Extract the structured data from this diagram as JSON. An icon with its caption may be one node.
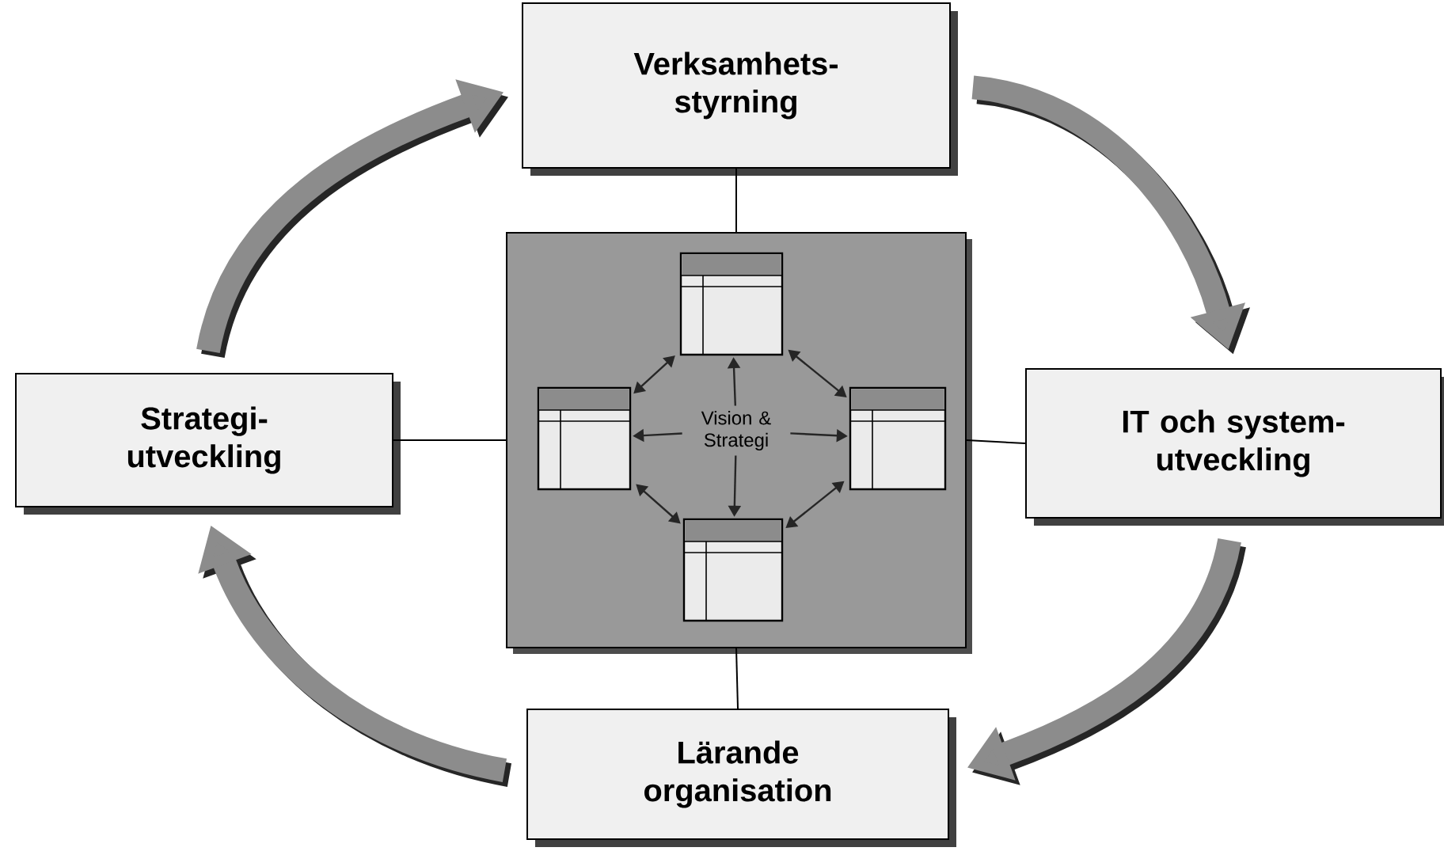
{
  "diagram": {
    "nodes": [
      {
        "text": [
          "Verksamhets-styrning"
        ]
      },
      {
        "text": [
          "Strategi-utveckling"
        ]
      },
      {
        "text": [
          "IT och system-utveckling"
        ]
      },
      {
        "text": [
          "Lärande organisation"
        ]
      },
      {
        "text": [],
        "shape": "box"
      },
      {
        "text": [
          "Vision & Strategi"
        ],
        "in": 4
      },
      {
        "text": [],
        "shape": "box",
        "in": 4
      },
      {
        "text": [],
        "shape": "box",
        "in": 4
      },
      {
        "text": [],
        "shape": "box",
        "in": 4
      },
      {
        "text": [],
        "shape": "box",
        "in": 4
      }
    ],
    "edges": [
      {
        "from": 0,
        "to": 4,
        "arrow": "none"
      },
      {
        "from": 1,
        "to": 4,
        "arrow": "none"
      },
      {
        "from": 4,
        "to": 2,
        "arrow": "none"
      },
      {
        "from": 4,
        "to": 3,
        "arrow": "none"
      },
      {
        "from": 1,
        "to": 0,
        "arrow": "to",
        "style": "thick"
      },
      {
        "from": 0,
        "to": 2,
        "arrow": "to",
        "style": "thick"
      },
      {
        "from": 2,
        "to": 3,
        "arrow": "to",
        "style": "thick"
      },
      {
        "from": 3,
        "to": 1,
        "arrow": "to",
        "style": "thick"
      },
      {
        "from": 5,
        "to": 6,
        "arrow": "to"
      },
      {
        "from": 5,
        "to": 7,
        "arrow": "to"
      },
      {
        "from": 5,
        "to": 8,
        "arrow": "to"
      },
      {
        "from": 5,
        "to": 9,
        "arrow": "to"
      },
      {
        "from": 6,
        "to": 7,
        "arrow": "both"
      },
      {
        "from": 6,
        "to": 8,
        "arrow": "both"
      },
      {
        "from": 7,
        "to": 9,
        "arrow": "both"
      },
      {
        "from": 8,
        "to": 9,
        "arrow": "both"
      }
    ]
  }
}
